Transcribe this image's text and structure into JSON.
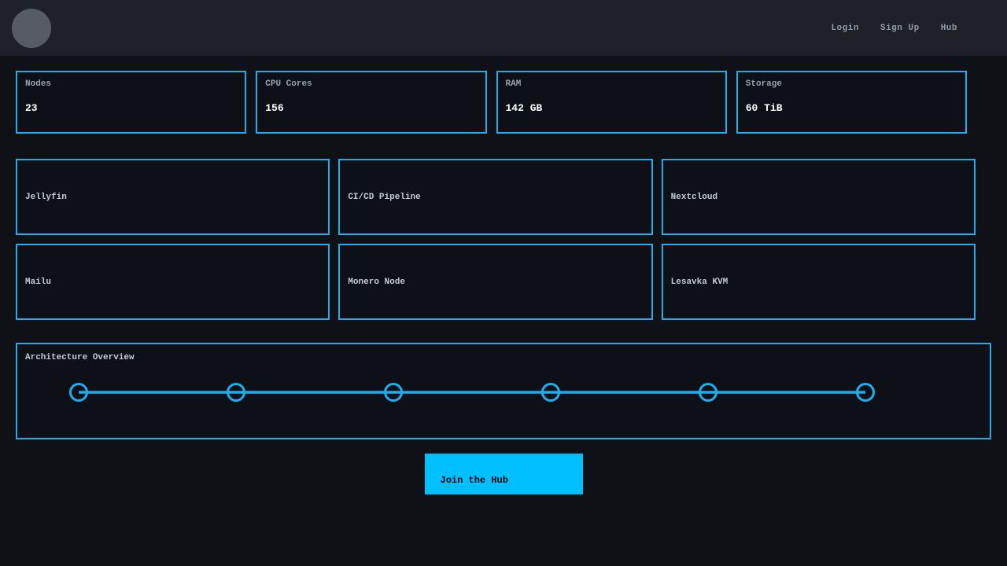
{
  "navbar": {
    "links": [
      {
        "label": "Login"
      },
      {
        "label": "Sign Up"
      },
      {
        "label": "Hub"
      }
    ]
  },
  "stats": [
    {
      "label": "Nodes",
      "value": "23"
    },
    {
      "label": "CPU Cores",
      "value": "156"
    },
    {
      "label": "RAM",
      "value": "142 GB"
    },
    {
      "label": "Storage",
      "value": "60 TiB"
    }
  ],
  "services": [
    {
      "name": "Jellyfin"
    },
    {
      "name": "CI/CD Pipeline"
    },
    {
      "name": "Nextcloud"
    },
    {
      "name": "Mailu"
    },
    {
      "name": "Monero Node"
    },
    {
      "name": "Lesavka KVM"
    }
  ],
  "architecture": {
    "title": "Architecture Overview",
    "node_count": 6
  },
  "cta": {
    "label": "Join the Hub"
  },
  "colors": {
    "accent": "#1fadee",
    "button": "#00bfff",
    "page_bg": "#0f1117",
    "navbar_bg": "#1e2127",
    "card_bg": "#0d1016"
  }
}
